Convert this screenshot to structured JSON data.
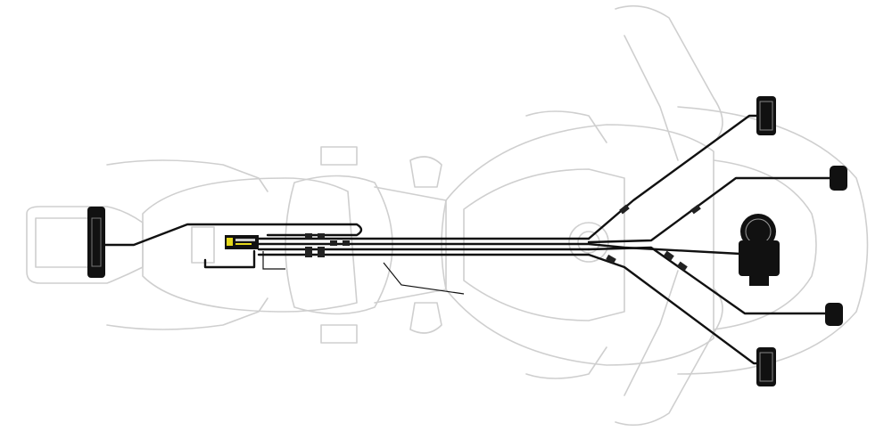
{
  "diagram": {
    "subject": "motorcycle-auxiliary-lighting-wiring-harness",
    "colors": {
      "outline": "#cfcfcf",
      "wire": "#111111",
      "module_accent": "#e5d81a",
      "background": "#ffffff"
    },
    "components": [
      {
        "id": "rear-light-bar",
        "type": "light"
      },
      {
        "id": "controller-module",
        "type": "controller"
      },
      {
        "id": "front-light-top",
        "type": "light"
      },
      {
        "id": "front-light-upper-right",
        "type": "light"
      },
      {
        "id": "front-light-lower-right",
        "type": "light"
      },
      {
        "id": "front-light-bottom",
        "type": "light"
      },
      {
        "id": "horn",
        "type": "horn"
      }
    ]
  }
}
